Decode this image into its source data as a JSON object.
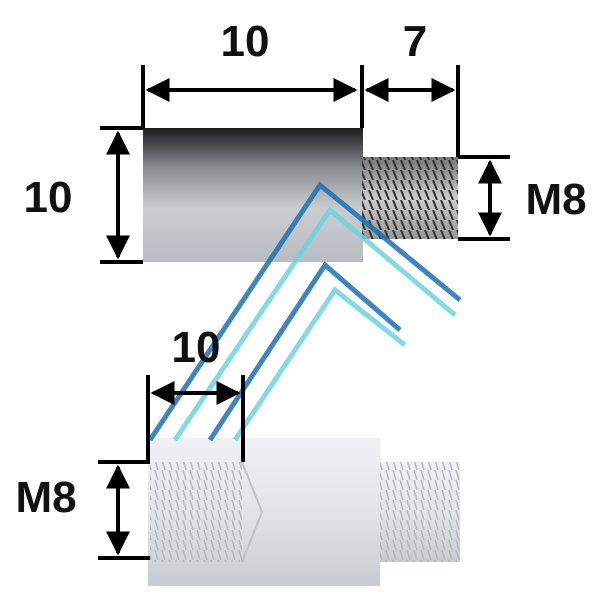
{
  "top_part": {
    "length_label": "10",
    "thread_length_label": "7",
    "diameter_label": "10",
    "thread_label": "M8"
  },
  "bottom_part": {
    "internal_thread_depth_label": "10",
    "thread_label": "M8"
  },
  "colors": {
    "dimension_lines": "#000000",
    "metal_light": "#e4e6ea",
    "metal_dark": "#222222",
    "watermark_blue": "#1f6fb2",
    "watermark_cyan": "#6fd3de"
  }
}
